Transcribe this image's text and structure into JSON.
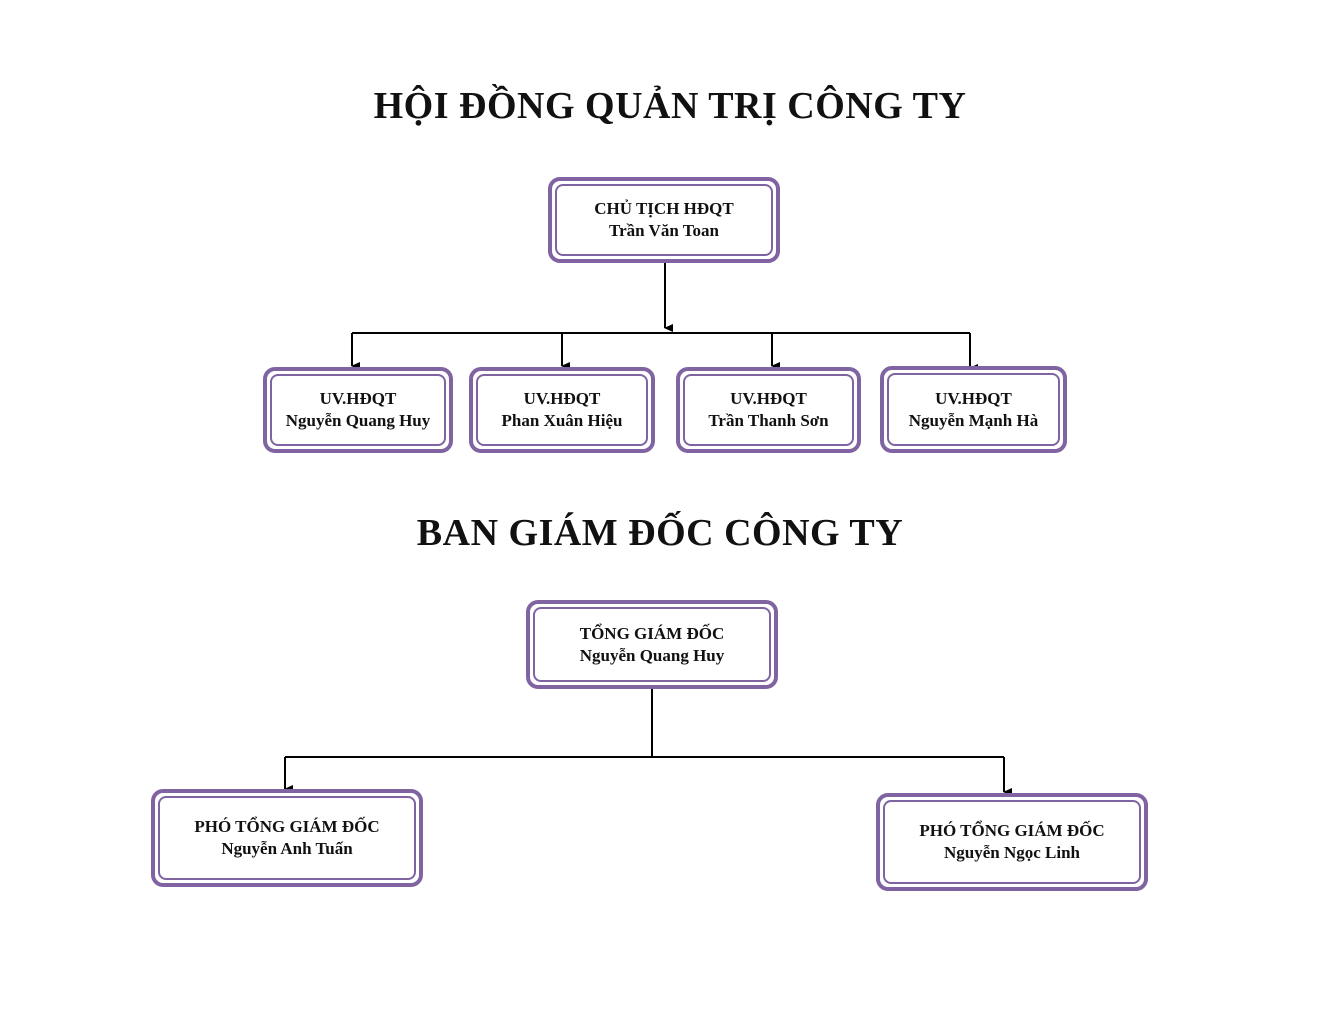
{
  "board": {
    "title": "HỘI ĐỒNG QUẢN TRỊ CÔNG TY",
    "chair": {
      "role": "CHỦ TỊCH HĐQT",
      "name": "Trần Văn Toan"
    },
    "members": [
      {
        "role": "UV.HĐQT",
        "name": "Nguyễn Quang Huy"
      },
      {
        "role": "UV.HĐQT",
        "name": "Phan Xuân Hiệu"
      },
      {
        "role": "UV.HĐQT",
        "name": "Trần Thanh Sơn"
      },
      {
        "role": "UV.HĐQT",
        "name": "Nguyễn Mạnh Hà"
      }
    ]
  },
  "management": {
    "title": "BAN GIÁM ĐỐC CÔNG TY",
    "ceo": {
      "role": "TỔNG GIÁM ĐỐC",
      "name": "Nguyễn Quang Huy"
    },
    "deputies": [
      {
        "role": "PHÓ TỔNG GIÁM ĐỐC",
        "name": "Nguyễn Anh Tuấn"
      },
      {
        "role": "PHÓ TỔNG GIÁM ĐỐC",
        "name": "Nguyễn Ngọc Linh"
      }
    ]
  },
  "colors": {
    "box_border": "#8064a2",
    "connector": "#000000"
  }
}
